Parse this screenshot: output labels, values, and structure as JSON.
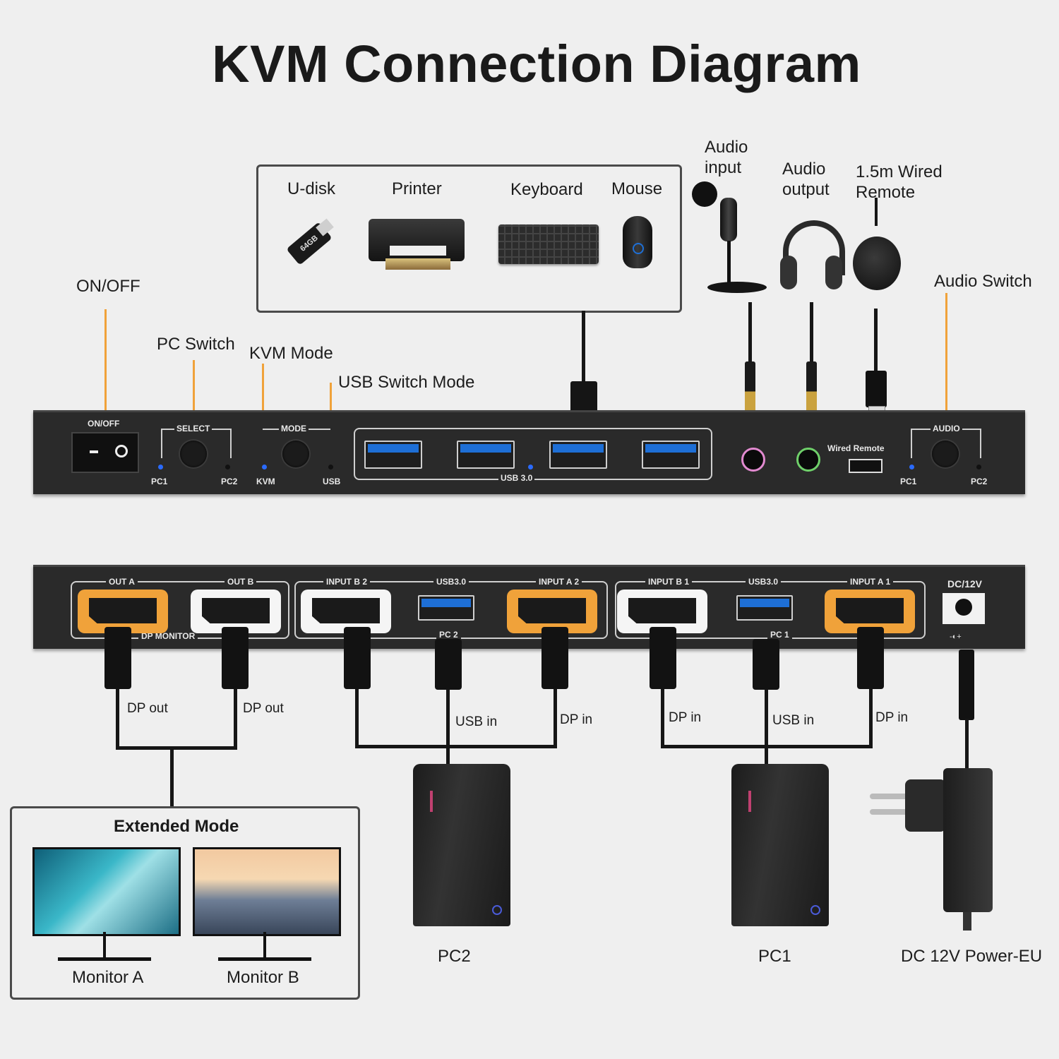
{
  "title": "KVM Connection Diagram",
  "peripherals": [
    "U-disk",
    "Printer",
    "Keyboard",
    "Mouse"
  ],
  "audio": {
    "input_l1": "Audio",
    "input_l2": "input",
    "output_l1": "Audio",
    "output_l2": "output",
    "remote_l1": "1.5m Wired",
    "remote_l2": "Remote",
    "switch": "Audio Switch"
  },
  "callouts": {
    "onoff": "ON/OFF",
    "pc_switch": "PC Switch",
    "kvm_mode": "KVM Mode",
    "usb_mode": "USB Switch Mode"
  },
  "front_panel": {
    "onoff": "ON/OFF",
    "select": "SELECT",
    "mode": "MODE",
    "pc1": "PC1",
    "pc2": "PC2",
    "kvm": "KVM",
    "usb": "USB",
    "usb30": "USB 3.0",
    "wired_remote": "Wired Remote",
    "audio": "AUDIO",
    "audio_pc1": "PC1",
    "audio_pc2": "PC2",
    "udisk_text": "64GB"
  },
  "rear_panel": {
    "out_a": "OUT A",
    "out_b": "OUT B",
    "dp_monitor": "DP MONITOR",
    "input_b2": "INPUT B 2",
    "usb30_left": "USB3.0",
    "input_a2": "INPUT A 2",
    "pc2_tag": "PC 2",
    "input_b1": "INPUT B 1",
    "usb30_right": "USB3.0",
    "input_a1": "INPUT A 1",
    "pc1_tag": "PC 1",
    "dc": "DC/12V"
  },
  "cables": {
    "dp_out_a": "DP out",
    "dp_out_b": "DP out",
    "usb_in_pc2": "USB in",
    "dp_in_pc2": "DP in",
    "dp_in_pc1_b": "DP in",
    "usb_in_pc1": "USB in",
    "dp_in_pc1_a": "DP in"
  },
  "extended": {
    "title": "Extended Mode",
    "monitor_a": "Monitor A",
    "monitor_b": "Monitor B"
  },
  "devices": {
    "pc2": "PC2",
    "pc1": "PC1",
    "power": "DC 12V Power-EU"
  },
  "colors": {
    "accent_orange": "#f0a23a",
    "usb_blue": "#1e6fd6",
    "panel": "#2a2a2a",
    "led_blue": "#2a6bff"
  }
}
